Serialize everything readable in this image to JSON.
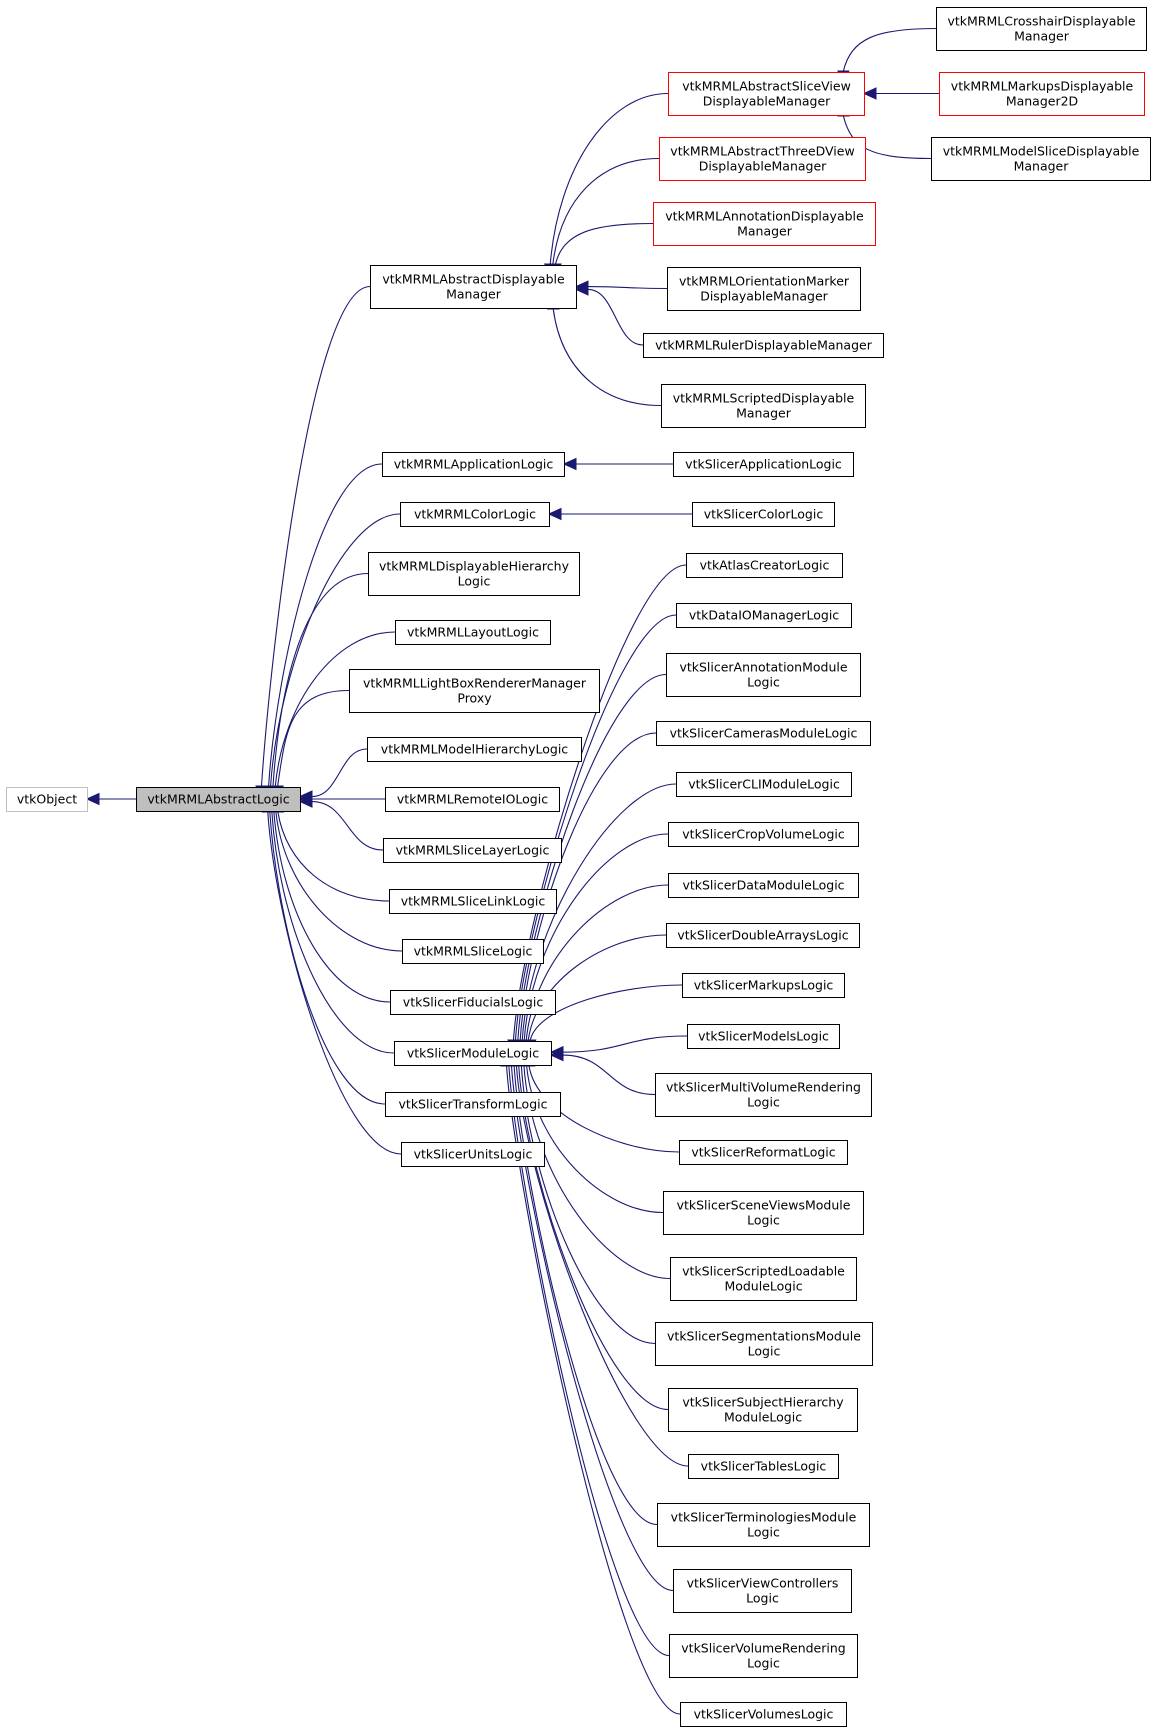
{
  "colors": {
    "edge": "#191970",
    "node_border": "#000000",
    "node_border_red": "#ff0000",
    "node_border_gray": "#bfbfbf",
    "focus_fill": "#bfbfbf",
    "background": "#ffffff"
  },
  "nodes": {
    "vtkObject": {
      "lines": [
        "vtkObject"
      ],
      "style": "gray"
    },
    "abstractLogic": {
      "lines": [
        "vtkMRMLAbstractLogic"
      ],
      "style": "focus"
    },
    "abstractDM": {
      "lines": [
        "vtkMRMLAbstractDisplayable",
        "Manager"
      ],
      "style": "normal"
    },
    "sliceViewDM": {
      "lines": [
        "vtkMRMLAbstractSliceView",
        "DisplayableManager"
      ],
      "style": "red"
    },
    "threeDViewDM": {
      "lines": [
        "vtkMRMLAbstractThreeDView",
        "DisplayableManager"
      ],
      "style": "red"
    },
    "annotationDM": {
      "lines": [
        "vtkMRMLAnnotationDisplayable",
        "Manager"
      ],
      "style": "red"
    },
    "orientationDM": {
      "lines": [
        "vtkMRMLOrientationMarker",
        "DisplayableManager"
      ],
      "style": "normal"
    },
    "rulerDM": {
      "lines": [
        "vtkMRMLRulerDisplayableManager"
      ],
      "style": "normal"
    },
    "scriptedDM": {
      "lines": [
        "vtkMRMLScriptedDisplayable",
        "Manager"
      ],
      "style": "normal"
    },
    "crosshairDM": {
      "lines": [
        "vtkMRMLCrosshairDisplayable",
        "Manager"
      ],
      "style": "normal"
    },
    "markupsDM2D": {
      "lines": [
        "vtkMRMLMarkupsDisplayable",
        "Manager2D"
      ],
      "style": "red"
    },
    "modelSliceDM": {
      "lines": [
        "vtkMRMLModelSliceDisplayable",
        "Manager"
      ],
      "style": "normal"
    },
    "appLogic": {
      "lines": [
        "vtkMRMLApplicationLogic"
      ],
      "style": "normal"
    },
    "slicerAppLogic": {
      "lines": [
        "vtkSlicerApplicationLogic"
      ],
      "style": "normal"
    },
    "colorLogic": {
      "lines": [
        "vtkMRMLColorLogic"
      ],
      "style": "normal"
    },
    "slicerColorLogic": {
      "lines": [
        "vtkSlicerColorLogic"
      ],
      "style": "normal"
    },
    "dispHierLogic": {
      "lines": [
        "vtkMRMLDisplayableHierarchy",
        "Logic"
      ],
      "style": "normal"
    },
    "layoutLogic": {
      "lines": [
        "vtkMRMLLayoutLogic"
      ],
      "style": "normal"
    },
    "lightBox": {
      "lines": [
        "vtkMRMLLightBoxRendererManager",
        "Proxy"
      ],
      "style": "normal"
    },
    "modelHierLogic": {
      "lines": [
        "vtkMRMLModelHierarchyLogic"
      ],
      "style": "normal"
    },
    "remoteIOLogic": {
      "lines": [
        "vtkMRMLRemoteIOLogic"
      ],
      "style": "normal"
    },
    "sliceLayerLogic": {
      "lines": [
        "vtkMRMLSliceLayerLogic"
      ],
      "style": "normal"
    },
    "sliceLinkLogic": {
      "lines": [
        "vtkMRMLSliceLinkLogic"
      ],
      "style": "normal"
    },
    "sliceLogic": {
      "lines": [
        "vtkMRMLSliceLogic"
      ],
      "style": "normal"
    },
    "fiducialsLogic": {
      "lines": [
        "vtkSlicerFiducialsLogic"
      ],
      "style": "normal"
    },
    "moduleLogic": {
      "lines": [
        "vtkSlicerModuleLogic"
      ],
      "style": "normal"
    },
    "transformLogic": {
      "lines": [
        "vtkSlicerTransformLogic"
      ],
      "style": "normal"
    },
    "unitsLogic": {
      "lines": [
        "vtkSlicerUnitsLogic"
      ],
      "style": "normal"
    },
    "atlasCreatorLogic": {
      "lines": [
        "vtkAtlasCreatorLogic"
      ],
      "style": "normal"
    },
    "dataIOManagerLogic": {
      "lines": [
        "vtkDataIOManagerLogic"
      ],
      "style": "normal"
    },
    "annotationModuleLogic": {
      "lines": [
        "vtkSlicerAnnotationModule",
        "Logic"
      ],
      "style": "normal"
    },
    "camerasModuleLogic": {
      "lines": [
        "vtkSlicerCamerasModuleLogic"
      ],
      "style": "normal"
    },
    "cliModuleLogic": {
      "lines": [
        "vtkSlicerCLIModuleLogic"
      ],
      "style": "normal"
    },
    "cropVolumeLogic": {
      "lines": [
        "vtkSlicerCropVolumeLogic"
      ],
      "style": "normal"
    },
    "dataModuleLogic": {
      "lines": [
        "vtkSlicerDataModuleLogic"
      ],
      "style": "normal"
    },
    "doubleArraysLogic": {
      "lines": [
        "vtkSlicerDoubleArraysLogic"
      ],
      "style": "normal"
    },
    "markupsLogic": {
      "lines": [
        "vtkSlicerMarkupsLogic"
      ],
      "style": "normal"
    },
    "modelsLogic": {
      "lines": [
        "vtkSlicerModelsLogic"
      ],
      "style": "normal"
    },
    "multiVolumeRenderingLogic": {
      "lines": [
        "vtkSlicerMultiVolumeRendering",
        "Logic"
      ],
      "style": "normal"
    },
    "reformatLogic": {
      "lines": [
        "vtkSlicerReformatLogic"
      ],
      "style": "normal"
    },
    "sceneViewsModuleLogic": {
      "lines": [
        "vtkSlicerSceneViewsModule",
        "Logic"
      ],
      "style": "normal"
    },
    "scriptedLoadableModuleLogic": {
      "lines": [
        "vtkSlicerScriptedLoadable",
        "ModuleLogic"
      ],
      "style": "normal"
    },
    "segmentationsModuleLogic": {
      "lines": [
        "vtkSlicerSegmentationsModule",
        "Logic"
      ],
      "style": "normal"
    },
    "subjectHierarchyModuleLogic": {
      "lines": [
        "vtkSlicerSubjectHierarchy",
        "ModuleLogic"
      ],
      "style": "normal"
    },
    "tablesLogic": {
      "lines": [
        "vtkSlicerTablesLogic"
      ],
      "style": "normal"
    },
    "terminologiesModuleLogic": {
      "lines": [
        "vtkSlicerTerminologiesModule",
        "Logic"
      ],
      "style": "normal"
    },
    "viewControllersLogic": {
      "lines": [
        "vtkSlicerViewControllers",
        "Logic"
      ],
      "style": "normal"
    },
    "volumeRenderingLogic": {
      "lines": [
        "vtkSlicerVolumeRendering",
        "Logic"
      ],
      "style": "normal"
    },
    "volumesLogic": {
      "lines": [
        "vtkSlicerVolumesLogic"
      ],
      "style": "normal"
    }
  },
  "edges": [
    {
      "from": "abstractLogic",
      "to": "vtkObject"
    },
    {
      "from": "abstractDM",
      "to": "abstractLogic"
    },
    {
      "from": "sliceViewDM",
      "to": "abstractDM"
    },
    {
      "from": "threeDViewDM",
      "to": "abstractDM"
    },
    {
      "from": "annotationDM",
      "to": "abstractDM"
    },
    {
      "from": "orientationDM",
      "to": "abstractDM"
    },
    {
      "from": "rulerDM",
      "to": "abstractDM"
    },
    {
      "from": "scriptedDM",
      "to": "abstractDM"
    },
    {
      "from": "crosshairDM",
      "to": "sliceViewDM"
    },
    {
      "from": "markupsDM2D",
      "to": "sliceViewDM"
    },
    {
      "from": "modelSliceDM",
      "to": "sliceViewDM"
    },
    {
      "from": "appLogic",
      "to": "abstractLogic"
    },
    {
      "from": "slicerAppLogic",
      "to": "appLogic"
    },
    {
      "from": "colorLogic",
      "to": "abstractLogic"
    },
    {
      "from": "slicerColorLogic",
      "to": "colorLogic"
    },
    {
      "from": "dispHierLogic",
      "to": "abstractLogic"
    },
    {
      "from": "layoutLogic",
      "to": "abstractLogic"
    },
    {
      "from": "lightBox",
      "to": "abstractLogic"
    },
    {
      "from": "modelHierLogic",
      "to": "abstractLogic"
    },
    {
      "from": "remoteIOLogic",
      "to": "abstractLogic"
    },
    {
      "from": "sliceLayerLogic",
      "to": "abstractLogic"
    },
    {
      "from": "sliceLinkLogic",
      "to": "abstractLogic"
    },
    {
      "from": "sliceLogic",
      "to": "abstractLogic"
    },
    {
      "from": "fiducialsLogic",
      "to": "abstractLogic"
    },
    {
      "from": "moduleLogic",
      "to": "abstractLogic"
    },
    {
      "from": "transformLogic",
      "to": "abstractLogic"
    },
    {
      "from": "unitsLogic",
      "to": "abstractLogic"
    },
    {
      "from": "atlasCreatorLogic",
      "to": "moduleLogic"
    },
    {
      "from": "dataIOManagerLogic",
      "to": "moduleLogic"
    },
    {
      "from": "annotationModuleLogic",
      "to": "moduleLogic"
    },
    {
      "from": "camerasModuleLogic",
      "to": "moduleLogic"
    },
    {
      "from": "cliModuleLogic",
      "to": "moduleLogic"
    },
    {
      "from": "cropVolumeLogic",
      "to": "moduleLogic"
    },
    {
      "from": "dataModuleLogic",
      "to": "moduleLogic"
    },
    {
      "from": "doubleArraysLogic",
      "to": "moduleLogic"
    },
    {
      "from": "markupsLogic",
      "to": "moduleLogic"
    },
    {
      "from": "modelsLogic",
      "to": "moduleLogic"
    },
    {
      "from": "multiVolumeRenderingLogic",
      "to": "moduleLogic"
    },
    {
      "from": "reformatLogic",
      "to": "moduleLogic"
    },
    {
      "from": "sceneViewsModuleLogic",
      "to": "moduleLogic"
    },
    {
      "from": "scriptedLoadableModuleLogic",
      "to": "moduleLogic"
    },
    {
      "from": "segmentationsModuleLogic",
      "to": "moduleLogic"
    },
    {
      "from": "subjectHierarchyModuleLogic",
      "to": "moduleLogic"
    },
    {
      "from": "tablesLogic",
      "to": "moduleLogic"
    },
    {
      "from": "terminologiesModuleLogic",
      "to": "moduleLogic"
    },
    {
      "from": "viewControllersLogic",
      "to": "moduleLogic"
    },
    {
      "from": "volumeRenderingLogic",
      "to": "moduleLogic"
    },
    {
      "from": "volumesLogic",
      "to": "moduleLogic"
    }
  ]
}
